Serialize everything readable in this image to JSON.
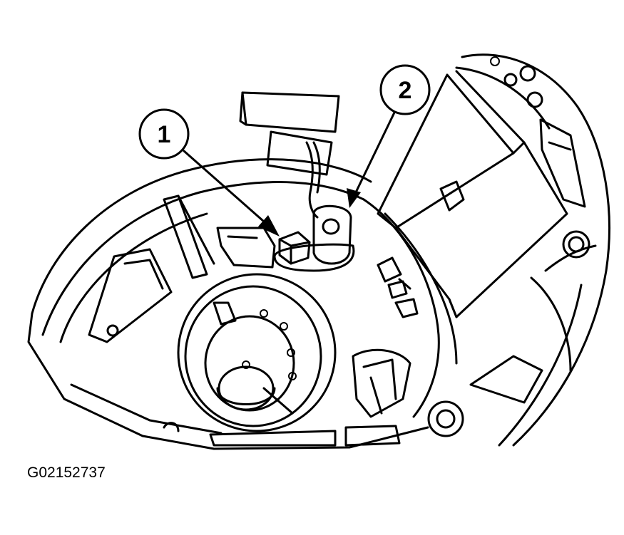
{
  "figure": {
    "id_label": "G02152737"
  },
  "callouts": [
    {
      "number": "1"
    },
    {
      "number": "2"
    }
  ],
  "colors": {
    "line": "#000000",
    "background": "#ffffff"
  }
}
